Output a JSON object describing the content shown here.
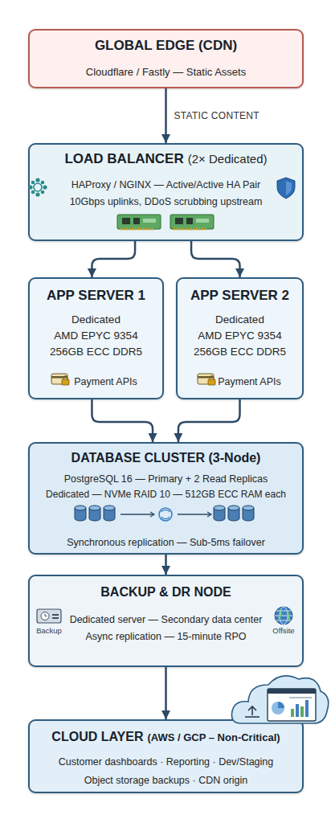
{
  "diagram": {
    "nodes": [
      {
        "text": [
          "GLOBAL EDGE (CDN)",
          "Cloudflare / Fastly — Static Assets"
        ]
      },
      {
        "text": [
          "LOAD BALANCER",
          "(2× Dedicated)",
          "HAProxy / NGINX — Active/Active HA Pair",
          "10Gbps uplinks, DDoS scrubbing upstream"
        ]
      },
      {
        "text": [
          "APP SERVER 1",
          "Dedicated",
          "AMD EPYC 9354",
          "256GB ECC DDR5",
          "Payment APIs"
        ]
      },
      {
        "text": [
          "APP SERVER 2",
          "Dedicated",
          "AMD EPYC 9354",
          "256GB ECC DDR5",
          "Payment APIs"
        ]
      },
      {
        "text": [
          "DATABASE CLUSTER (3-Node)",
          "PostgreSQL 16 — Primary + 2 Read Replicas",
          "Dedicated — NVMe RAID 10 — 512GB ECC RAM each",
          "Synchronous replication — Sub-5ms failover"
        ]
      },
      {
        "text": [
          "BACKUP & DR NODE",
          "Dedicated server — Secondary data center",
          "Async replication — 15-minute RPO"
        ]
      },
      {
        "text": [
          "CLOUD LAYER",
          "(AWS / GCP – Non-Critical)",
          "Customer dashboards · Reporting · Dev/Staging",
          "Object storage backups · CDN origin"
        ]
      }
    ],
    "edges": [
      {
        "from": 0,
        "to": 1,
        "label": "STATIC CONTENT",
        "arrow": "to"
      },
      {
        "from": 1,
        "to": 2,
        "arrow": "to"
      },
      {
        "from": 1,
        "to": 3,
        "arrow": "to"
      },
      {
        "from": 2,
        "to": 4,
        "arrow": "to"
      },
      {
        "from": 3,
        "to": 4,
        "arrow": "to"
      },
      {
        "from": 4,
        "to": 5,
        "arrow": "to"
      },
      {
        "from": 5,
        "to": 6,
        "arrow": "to"
      }
    ],
    "labels": [
      "Backup",
      "Offsite"
    ]
  }
}
